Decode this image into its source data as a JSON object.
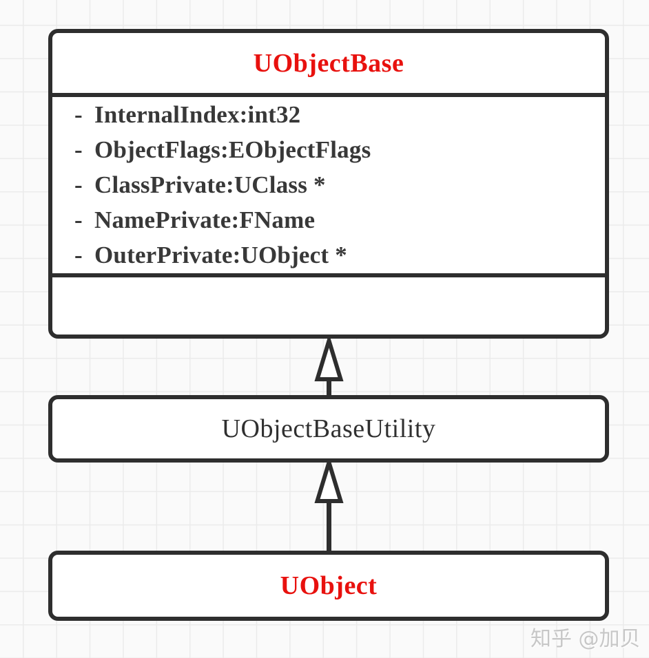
{
  "bullet": "-",
  "classes": [
    {
      "name": "UObjectBase",
      "name_color": "#e8110e",
      "members": [
        "InternalIndex:int32",
        "ObjectFlags:EObjectFlags",
        "ClassPrivate:UClass *",
        "NamePrivate:FName",
        "OuterPrivate:UObject *"
      ],
      "methods": []
    },
    {
      "name": "UObjectBaseUtility",
      "name_color": "#303030"
    },
    {
      "name": "UObject",
      "name_color": "#e8110e"
    }
  ],
  "relations": [
    {
      "from": "UObjectBaseUtility",
      "to": "UObjectBase",
      "type": "inheritance"
    },
    {
      "from": "UObject",
      "to": "UObjectBaseUtility",
      "type": "inheritance"
    }
  ],
  "watermark": "知乎 @加贝",
  "colors": {
    "stroke": "#2e2e2e",
    "class_fill": "#ffffff",
    "red_title": "#e8110e",
    "member_text": "#383838",
    "background": "#fafafa",
    "grid_line": "#ebebeb",
    "watermark": "#c7c7c7"
  }
}
